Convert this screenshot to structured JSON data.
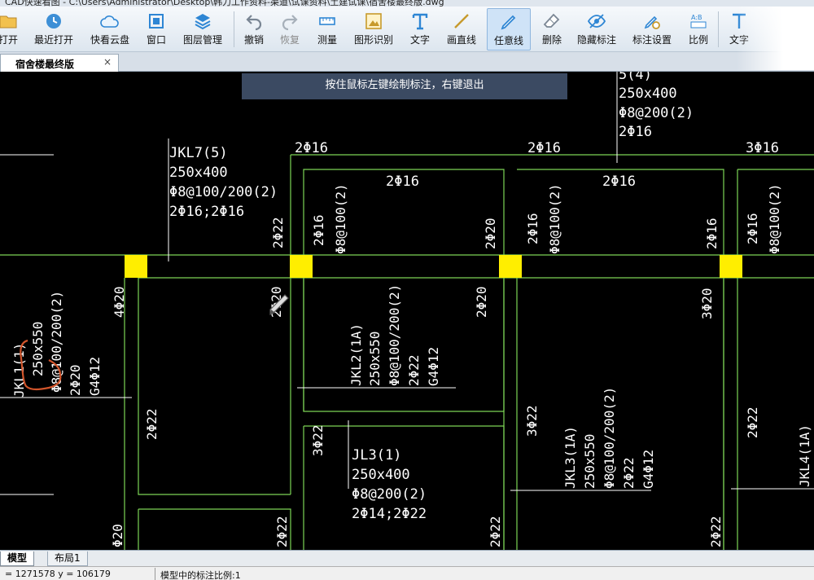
{
  "window": {
    "title": "CAD快速看图 - C:\\Users\\Administrator\\Desktop\\韩力工作资料-渠道\\试课资料\\土建试课\\宿舍楼最终版.dwg"
  },
  "toolbar": {
    "items": [
      {
        "id": "open",
        "label": "打开",
        "icon": "folder-icon"
      },
      {
        "id": "recent",
        "label": "最近打开",
        "icon": "clock-icon"
      },
      {
        "id": "cloud",
        "label": "快看云盘",
        "icon": "cloud-icon"
      },
      {
        "id": "window",
        "label": "窗口",
        "icon": "window-icon"
      },
      {
        "id": "layers",
        "label": "图层管理",
        "icon": "layers-icon"
      },
      {
        "id": "undo",
        "label": "撤销",
        "icon": "undo-icon"
      },
      {
        "id": "redo",
        "label": "恢复",
        "icon": "redo-icon"
      },
      {
        "id": "measure",
        "label": "测量",
        "icon": "measure-icon"
      },
      {
        "id": "recognize",
        "label": "图形识别",
        "icon": "shape-recognize-icon"
      },
      {
        "id": "text",
        "label": "文字",
        "icon": "text-icon"
      },
      {
        "id": "line",
        "label": "画直线",
        "icon": "line-icon"
      },
      {
        "id": "freehand",
        "label": "任意线",
        "icon": "pen-icon"
      },
      {
        "id": "erase",
        "label": "删除",
        "icon": "eraser-icon"
      },
      {
        "id": "hide",
        "label": "隐藏标注",
        "icon": "eye-hide-icon"
      },
      {
        "id": "annot",
        "label": "标注设置",
        "icon": "annotation-settings-icon"
      },
      {
        "id": "scale",
        "label": "比例",
        "icon": "scale-icon"
      },
      {
        "id": "text2",
        "label": "文字",
        "icon": "text-icon"
      }
    ]
  },
  "tabs": {
    "document": "宿舍楼最终版",
    "close": "×"
  },
  "hint": "按住鼠标左键绘制标注，右键退出",
  "layout_tabs": [
    "模型",
    "布局1"
  ],
  "status": {
    "coord": "= 1271578  y = 106179",
    "scale": "模型中的标注比例:1"
  },
  "drawing": {
    "labels": {
      "jkl7_name": "JKL7(5)",
      "jkl7_size": "250x400",
      "jkl7_stir": "Φ8@100/200(2)",
      "jkl7_bars": "2Φ16;2Φ16",
      "top_sz": "250x400",
      "top_stir": "Φ8@200(2)",
      "top_bar": "2Φ16",
      "top_num": "5(4)",
      "t_2phi16_a": "2Φ16",
      "t_2phi16_b": "2Φ16",
      "t_3phi16": "3Φ16",
      "p1_top": "2Φ16",
      "p2_top": "2Φ16",
      "v_2phi22": "2Φ22",
      "v_2phi16_a": "2Φ16",
      "v_phi8_a": "Φ8@100(2)",
      "v_2phi20_a": "2Φ20",
      "v_2phi16_b": "2Φ16",
      "v_phi8_b": "Φ8@100(2)",
      "v_2phi16_c": "2Φ16",
      "v_2phi16_d": "2Φ16",
      "v_phi8_c": "Φ8@100(2)",
      "v_4phi20": "4Φ20",
      "v_2phi20_b": "2Φ20",
      "v_2phi20_c": "2Φ20",
      "v_3phi20": "3Φ20",
      "left_stir": "Φ8@100/200(2)",
      "left_size": "250x550",
      "left_name": "JKL1(1)",
      "left_2phi20": "2Φ20",
      "left_g4": "G4Φ12",
      "v_2phi22_b": "2Φ22",
      "v_3phi22_a": "3Φ22",
      "v_3phi22_b": "3Φ22",
      "v_2phi22_c": "2Φ22",
      "jkl2_name": "JKL2(1A)",
      "jkl2_size": "250x550",
      "jkl2_stir": "Φ8@100/200(2)",
      "jkl2_bar": "2Φ22",
      "jkl2_g4": "G4Φ12",
      "jkl3_name": "JKL3(1A)",
      "jkl3_size": "250x550",
      "jkl3_stir": "Φ8@100/200(2)",
      "jkl3_bar": "2Φ22",
      "jkl3_g4": "G4Φ12",
      "jkl4_name": "JKL4(1A)",
      "jl3_name": "JL3(1)",
      "jl3_size": "250x400",
      "jl3_stir": "Φ8@200(2)",
      "jl3_bars": "2Φ14;2Φ22",
      "b_phi20": "Φ20",
      "b_2phi22_a": "2Φ22",
      "b_2phi22_b": "2Φ22",
      "b_2phi22_c": "2Φ22"
    },
    "colors": {
      "beam": "#7cd455",
      "column": "#ffee00",
      "text": "#ffffff",
      "markup": "#d2552b",
      "hint_bg": "#3b4a62"
    }
  }
}
